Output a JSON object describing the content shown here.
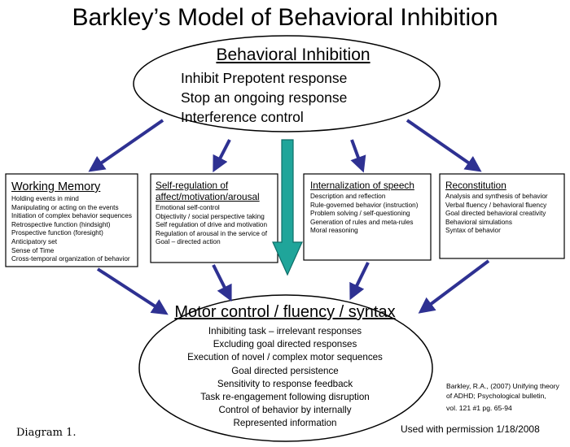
{
  "title": "Barkley’s Model of Behavioral Inhibition",
  "behavioral_inhibition": {
    "title": "Behavioral Inhibition",
    "items": [
      "Inhibit Prepotent response",
      "Stop an ongoing response",
      "Interference control"
    ]
  },
  "boxes": [
    {
      "title": "Working Memory",
      "items": [
        "Holding events in mind",
        "Manipulating or acting on the events",
        "Initiation of complex behavior sequences",
        "Retrospective function (hindsight)",
        "Prospective function (foresight)",
        "Anticipatory set",
        "Sense of Time",
        "Cross-temporal organization of behavior"
      ]
    },
    {
      "title_lines": [
        "Self-regulation of",
        "affect/motivation/arousal"
      ],
      "items": [
        "Emotional self-control",
        "Objectivity / social perspective taking",
        "Self regulation of drive and motivation",
        "Regulation of arousal in the service of",
        "Goal – directed action"
      ]
    },
    {
      "title": "Internalization of speech",
      "items": [
        "Description and reflection",
        "Rule-governed behavior (instruction)",
        "Problem solving / self-questioning",
        "Generation of rules and meta-rules",
        "Moral reasoning"
      ]
    },
    {
      "title": "Reconstitution",
      "items": [
        "Analysis and synthesis of behavior",
        "Verbal fluency / behavioral fluency",
        "Goal directed behavioral creativity",
        "Behavioral simulations",
        "Syntax of behavior"
      ]
    }
  ],
  "motor_control": {
    "title": "Motor control / fluency / syntax",
    "items": [
      "Inhibiting task – irrelevant responses",
      "Excluding goal directed responses",
      "Execution of novel / complex motor sequences",
      "Goal directed persistence",
      "Sensitivity to response feedback",
      "Task re-engagement following disruption",
      "Control of behavior by internally",
      "Represented information"
    ]
  },
  "citation": [
    "Barkley, R.A., (2007) Unifying theory",
    "of ADHD; Psychological bulletin,",
    "vol. 121 #1 pg. 65-94"
  ],
  "permission": "Used with permission 1/18/2008",
  "diagram_label": "Diagram 1.",
  "colors": {
    "arrow": "#2e3192",
    "center_arrow": "#1fa59a",
    "center_arrow_stroke": "#0d6e68",
    "outline": "#000000"
  }
}
